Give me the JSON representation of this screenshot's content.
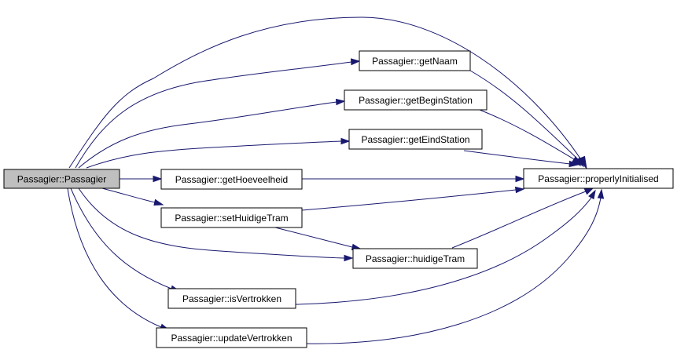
{
  "colors": {
    "edge": "#191970",
    "node_fill": "#ffffff",
    "root_fill": "#bfbfbf",
    "border": "#000000"
  },
  "nodes": {
    "root": {
      "label": "Passagier::Passagier",
      "highlighted": true
    },
    "getNaam": {
      "label": "Passagier::getNaam"
    },
    "getBeginStation": {
      "label": "Passagier::getBeginStation"
    },
    "getEindStation": {
      "label": "Passagier::getEindStation"
    },
    "getHoeveelheid": {
      "label": "Passagier::getHoeveelheid"
    },
    "setHuidigeTram": {
      "label": "Passagier::setHuidigeTram"
    },
    "huidigeTram": {
      "label": "Passagier::huidigeTram"
    },
    "isVertrokken": {
      "label": "Passagier::isVertrokken"
    },
    "updateVertrokken": {
      "label": "Passagier::updateVertrokken"
    },
    "properlyInitialised": {
      "label": "Passagier::properlyInitialised"
    }
  },
  "edges": [
    {
      "from": "root",
      "to": "properlyInitialised"
    },
    {
      "from": "root",
      "to": "getNaam"
    },
    {
      "from": "root",
      "to": "getBeginStation"
    },
    {
      "from": "root",
      "to": "getEindStation"
    },
    {
      "from": "root",
      "to": "getHoeveelheid"
    },
    {
      "from": "root",
      "to": "setHuidigeTram"
    },
    {
      "from": "root",
      "to": "huidigeTram"
    },
    {
      "from": "root",
      "to": "isVertrokken"
    },
    {
      "from": "root",
      "to": "updateVertrokken"
    },
    {
      "from": "getNaam",
      "to": "properlyInitialised"
    },
    {
      "from": "getBeginStation",
      "to": "properlyInitialised"
    },
    {
      "from": "getEindStation",
      "to": "properlyInitialised"
    },
    {
      "from": "getHoeveelheid",
      "to": "properlyInitialised"
    },
    {
      "from": "setHuidigeTram",
      "to": "properlyInitialised"
    },
    {
      "from": "setHuidigeTram",
      "to": "huidigeTram"
    },
    {
      "from": "huidigeTram",
      "to": "properlyInitialised"
    },
    {
      "from": "isVertrokken",
      "to": "properlyInitialised"
    },
    {
      "from": "updateVertrokken",
      "to": "properlyInitialised"
    }
  ]
}
